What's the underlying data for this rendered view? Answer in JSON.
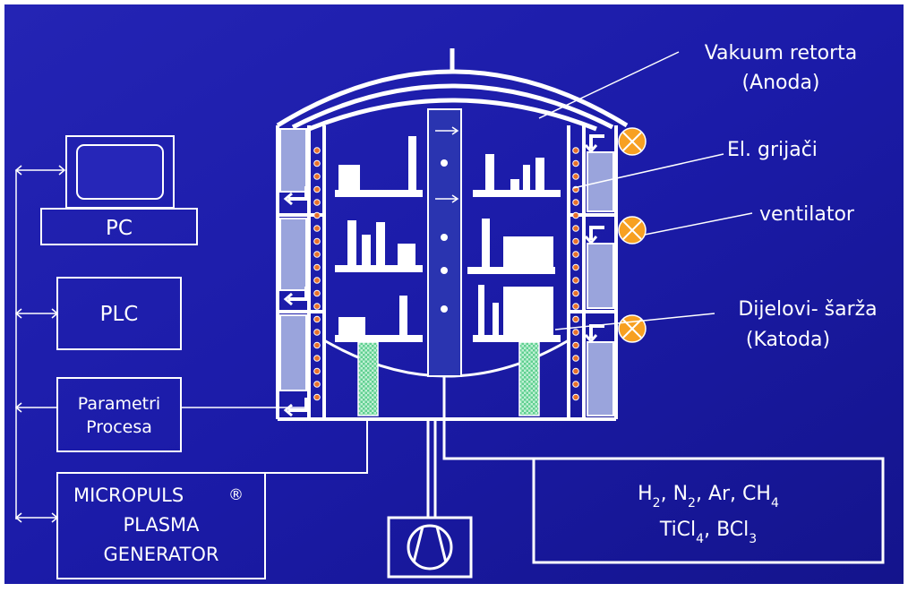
{
  "labels": {
    "vakuum_line1": "Vakuum retorta",
    "vakuum_line2": "(Anoda)",
    "grijaci": "El. grijači",
    "ventilator": "ventilator",
    "dijelovi_line1": "Dijelovi- šarža",
    "dijelovi_line2": "(Katoda)"
  },
  "boxes": {
    "pc": "PC",
    "plc": "PLC",
    "parametri_line1": "Parametri",
    "parametri_line2": "Procesa",
    "micropuls_line1": "MICROPULS",
    "micropuls_reg": "®",
    "micropuls_line2": "PLASMA",
    "micropuls_line3": "GENERATOR"
  },
  "gases": {
    "line1": [
      {
        "t": "H"
      },
      {
        "t": "2",
        "sub": true
      },
      {
        "t": ", N"
      },
      {
        "t": "2",
        "sub": true
      },
      {
        "t": ", Ar, CH"
      },
      {
        "t": "4",
        "sub": true
      }
    ],
    "line2": [
      {
        "t": "TiCl"
      },
      {
        "t": "4",
        "sub": true
      },
      {
        "t": ", BCl"
      },
      {
        "t": "3",
        "sub": true
      }
    ]
  },
  "colors": {
    "background": "#1e1ea6",
    "line": "#ffffff",
    "wall": "#9aa4dc",
    "heater": "#e8702a",
    "fan": "#f7a022",
    "electrode": "#2a34b0",
    "support": "#8ce0b0"
  }
}
